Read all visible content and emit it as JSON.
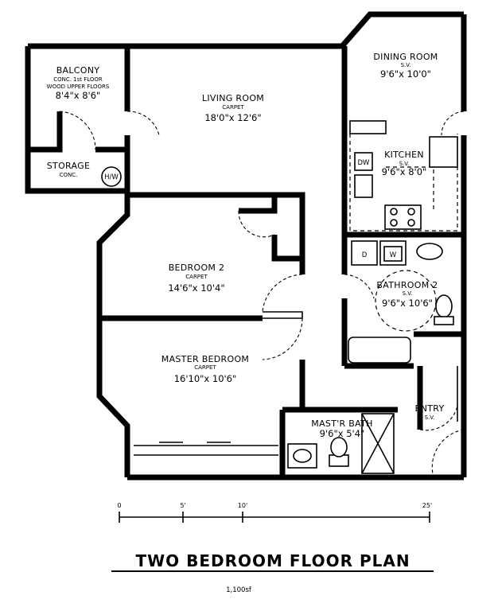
{
  "title": "TWO BEDROOM FLOOR PLAN",
  "area": "1,100sf",
  "scale": {
    "ticks": [
      "0",
      "5'",
      "10'",
      "25'"
    ]
  },
  "rooms": {
    "balcony": {
      "name": "BALCONY",
      "note1": "CONC. 1st FLOOR",
      "note2": "WOOD UPPER FLOORS",
      "dim": "8'4\"x 8'6\""
    },
    "storage": {
      "name": "STORAGE",
      "floor": "CONC."
    },
    "hw": {
      "label": "H/W"
    },
    "living": {
      "name": "LIVING ROOM",
      "floor": "CARPET",
      "dim": "18'0\"x 12'6\""
    },
    "dining": {
      "name": "DINING ROOM",
      "floor": "S.V.",
      "dim": "9'6\"x 10'0\""
    },
    "kitchen": {
      "name": "KITCHEN",
      "floor": "S.V.",
      "dim": "9'6\"x 8'0\"",
      "dw": "DW"
    },
    "bedroom2": {
      "name": "BEDROOM 2",
      "floor": "CARPET",
      "dim": "14'6\"x 10'4\""
    },
    "bathroom2": {
      "name": "BATHROOM 2",
      "floor": "S.V.",
      "dim": "9'6\"x 10'6\""
    },
    "laundry": {
      "dryer": "D",
      "washer": "W"
    },
    "master": {
      "name": "MASTER BEDROOM",
      "floor": "CARPET",
      "dim": "16'10\"x 10'6\""
    },
    "mastbath": {
      "name": "MAST'R BATH",
      "dim": "9'6\"x 5'4\""
    },
    "entry": {
      "name": "ENTRY",
      "floor": "S.V."
    }
  }
}
